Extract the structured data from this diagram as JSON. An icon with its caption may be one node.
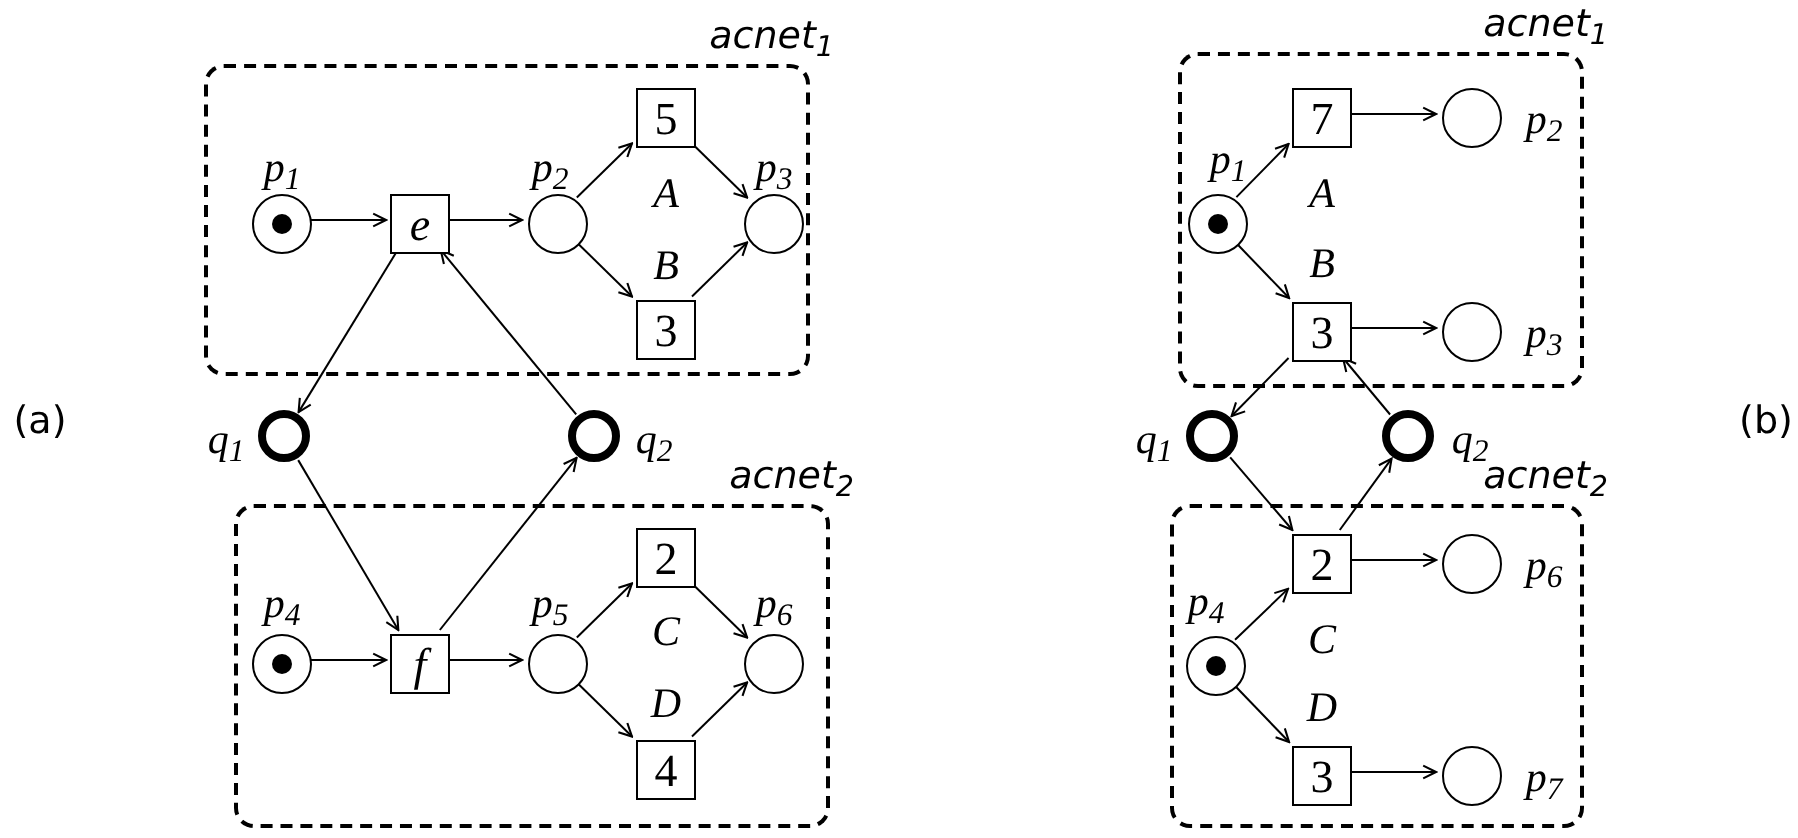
{
  "diagram": {
    "nodes": [
      {
        "text": [
          "acnet$_{1}$"
        ]
      },
      {
        "text": [],
        "shape": "circle",
        "in": 0,
        "beside": [
          "p$_{1}$"
        ]
      },
      {
        "text": [
          "e"
        ],
        "in": 0
      },
      {
        "text": [],
        "shape": "circle",
        "in": 0,
        "beside": [
          "p$_{2}$"
        ]
      },
      {
        "text": [
          "5"
        ],
        "in": 0,
        "beside": [
          "A"
        ]
      },
      {
        "text": [],
        "shape": "circle",
        "in": 0,
        "beside": [
          "p$_{3}$"
        ]
      },
      {
        "text": [
          "3"
        ],
        "in": 0,
        "beside": [
          "B"
        ]
      },
      {
        "text": [],
        "shape": "circle",
        "beside": [
          "q$_{1}$"
        ]
      },
      {
        "text": [],
        "shape": "circle",
        "beside": [
          "q$_{2}$"
        ]
      },
      {
        "text": [
          "acnet$_{2}$"
        ]
      },
      {
        "text": [],
        "shape": "circle",
        "in": 9,
        "beside": [
          "p$_{4}$"
        ]
      },
      {
        "text": [
          "f"
        ],
        "in": 9
      },
      {
        "text": [],
        "shape": "circle",
        "in": 9,
        "beside": [
          "p$_{5}$"
        ]
      },
      {
        "text": [
          "2"
        ],
        "in": 9,
        "beside": [
          "C"
        ]
      },
      {
        "text": [],
        "shape": "circle",
        "in": 9,
        "beside": [
          "p$_{6}$"
        ]
      },
      {
        "text": [
          "4"
        ],
        "in": 9,
        "beside": [
          "D"
        ]
      },
      {
        "text": [
          "acnet$_{1}$"
        ]
      },
      {
        "text": [],
        "shape": "circle",
        "in": 16,
        "beside": [
          "p$_{1}$"
        ]
      },
      {
        "text": [
          "7"
        ],
        "in": 16,
        "beside": [
          "A"
        ]
      },
      {
        "text": [],
        "shape": "circle",
        "in": 16,
        "beside": [
          "p$_{2}$"
        ]
      },
      {
        "text": [
          "3"
        ],
        "in": 16,
        "beside": [
          "B"
        ]
      },
      {
        "text": [],
        "shape": "circle",
        "in": 16,
        "beside": [
          "p$_{3}$"
        ]
      },
      {
        "text": [],
        "shape": "circle",
        "beside": [
          "q$_{1}$"
        ]
      },
      {
        "text": [],
        "shape": "circle",
        "beside": [
          "q$_{2}$"
        ]
      },
      {
        "text": [
          "acnet$_{2}$"
        ]
      },
      {
        "text": [
          "2"
        ],
        "in": 24,
        "beside": [
          "C"
        ]
      },
      {
        "text": [],
        "shape": "circle",
        "in": 24,
        "beside": [
          "p$_{6}$"
        ]
      },
      {
        "text": [],
        "shape": "circle",
        "in": 24,
        "beside": [
          "p$_{4}$"
        ]
      },
      {
        "text": [
          "3"
        ],
        "in": 24,
        "beside": [
          "D"
        ]
      },
      {
        "text": [],
        "shape": "circle",
        "in": 24,
        "beside": [
          "p$_{7}$"
        ]
      }
    ],
    "edges": [
      {
        "from": 1,
        "to": 2,
        "arrow": "to"
      },
      {
        "from": 2,
        "to": 3,
        "arrow": "to"
      },
      {
        "from": 3,
        "to": 4,
        "arrow": "to"
      },
      {
        "from": 3,
        "to": 6,
        "arrow": "to"
      },
      {
        "from": 4,
        "to": 5,
        "arrow": "to"
      },
      {
        "from": 6,
        "to": 5,
        "arrow": "to"
      },
      {
        "from": 2,
        "to": 7,
        "arrow": "to"
      },
      {
        "from": 8,
        "to": 2,
        "arrow": "to"
      },
      {
        "from": 10,
        "to": 11,
        "arrow": "to"
      },
      {
        "from": 11,
        "to": 12,
        "arrow": "to"
      },
      {
        "from": 12,
        "to": 13,
        "arrow": "to"
      },
      {
        "from": 12,
        "to": 15,
        "arrow": "to"
      },
      {
        "from": 13,
        "to": 14,
        "arrow": "to"
      },
      {
        "from": 15,
        "to": 14,
        "arrow": "to"
      },
      {
        "from": 7,
        "to": 11,
        "arrow": "to"
      },
      {
        "from": 11,
        "to": 8,
        "arrow": "to"
      },
      {
        "from": 17,
        "to": 18,
        "arrow": "to"
      },
      {
        "from": 17,
        "to": 20,
        "arrow": "to"
      },
      {
        "from": 18,
        "to": 19,
        "arrow": "to"
      },
      {
        "from": 20,
        "to": 21,
        "arrow": "to"
      },
      {
        "from": 20,
        "to": 22,
        "arrow": "to"
      },
      {
        "from": 23,
        "to": 20,
        "arrow": "to"
      },
      {
        "from": 22,
        "to": 25,
        "arrow": "to"
      },
      {
        "from": 25,
        "to": 23,
        "arrow": "to"
      },
      {
        "from": 25,
        "to": 26,
        "arrow": "to"
      },
      {
        "from": 27,
        "to": 25,
        "arrow": "to"
      },
      {
        "from": 27,
        "to": 28,
        "arrow": "to"
      },
      {
        "from": 28,
        "to": 29,
        "arrow": "to"
      }
    ],
    "labels": [
      "(a)",
      "(b)"
    ]
  }
}
